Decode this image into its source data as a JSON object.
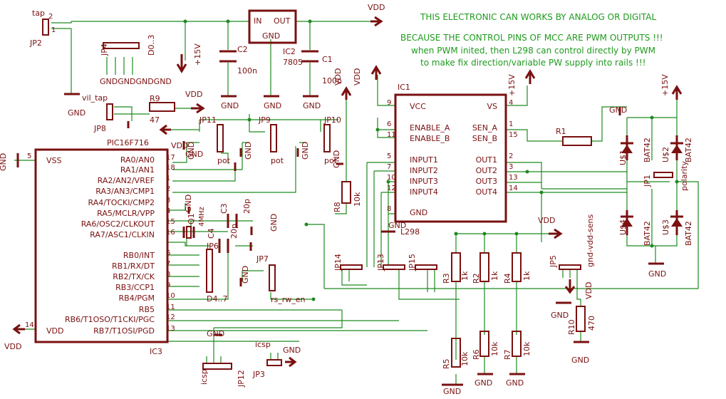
{
  "notes": [
    "THIS ELECTRONIC CAN WORKS BY ANALOG OR DIGITAL",
    "BECAUSE THE CONTROL PINS OF MCC ARE PWM OUTPUTS !!!",
    "when PWM inited, then L298 can control directly by PWM",
    "to make fix direction/variable PW supply into rails !!!"
  ],
  "colors": {
    "wire": "#1f8a1f",
    "part": "#7a1010",
    "note": "#1f9a1f"
  },
  "pic": {
    "part": "PIC16F716",
    "ref": "IC3",
    "vss": "VSS",
    "vdd": "VDD",
    "vss_num": "5",
    "vdd_num": "14",
    "pins": [
      {
        "name": "RA0/AN0",
        "num": "17"
      },
      {
        "name": "RA1/AN1",
        "num": "18"
      },
      {
        "name": "RA2/AN2/VREF",
        "num": "1"
      },
      {
        "name": "RA3/AN3/CMP1",
        "num": "2"
      },
      {
        "name": "RA4/TOCKI/CMP2",
        "num": "3"
      },
      {
        "name": "RA5/MCLR/VPP",
        "num": "4"
      },
      {
        "name": "RA6/OSC2/CLKOUT",
        "num": "15"
      },
      {
        "name": "RA7/ASC1/CLKIN",
        "num": "16"
      },
      {
        "name": "RB0/INT",
        "num": "6"
      },
      {
        "name": "RB1/RX/DT",
        "num": "7"
      },
      {
        "name": "RB2/TX/CK",
        "num": "8"
      },
      {
        "name": "RB3/CCP1",
        "num": "9"
      },
      {
        "name": "RB4/PGM",
        "num": "10"
      },
      {
        "name": "RB5",
        "num": "11"
      },
      {
        "name": "RB6/T1OSO/T1CKI/PGC",
        "num": "12"
      },
      {
        "name": "RB7/T1OSI/PGD",
        "num": "13"
      }
    ]
  },
  "l298": {
    "ref": "IC1",
    "part": "L298",
    "left_pins": [
      {
        "name": "VCC",
        "num": "9"
      },
      {
        "name": "ENABLE_A",
        "num": "6"
      },
      {
        "name": "ENABLE_B",
        "num": "11"
      },
      {
        "name": "INPUT1",
        "num": "5"
      },
      {
        "name": "INPUT2",
        "num": "7"
      },
      {
        "name": "INPUT3",
        "num": "10"
      },
      {
        "name": "INPUT4",
        "num": "12"
      },
      {
        "name": "GND",
        "num": "8"
      }
    ],
    "right_pins": [
      {
        "name": "VS",
        "num": "4"
      },
      {
        "name": "SEN_A",
        "num": "1"
      },
      {
        "name": "SEN_B",
        "num": "15"
      },
      {
        "name": "OUT1",
        "num": "2"
      },
      {
        "name": "OUT2",
        "num": "3"
      },
      {
        "name": "OUT3",
        "num": "13"
      },
      {
        "name": "OUT4",
        "num": "14"
      }
    ]
  },
  "reg": {
    "in": "IN",
    "out": "OUT",
    "gnd": "GND",
    "ref": "IC2",
    "part": "7805"
  },
  "caps": {
    "c1": {
      "ref": "C1",
      "value": "100n"
    },
    "c2": {
      "ref": "C2",
      "value": "100n"
    },
    "c3": {
      "ref": "C3",
      "value": "20p"
    },
    "c4": {
      "ref": "C4",
      "value": "20p"
    }
  },
  "crystal": {
    "ref": "Q1",
    "value": "4MHz"
  },
  "res": {
    "r1": {
      "ref": "R1"
    },
    "r2": {
      "ref": "R2",
      "value": "1k"
    },
    "r3": {
      "ref": "R3",
      "value": "1k"
    },
    "r4": {
      "ref": "R4",
      "value": "1k"
    },
    "r5": {
      "ref": "R5",
      "value": "10k"
    },
    "r6": {
      "ref": "R6",
      "value": "10k"
    },
    "r7": {
      "ref": "R7",
      "value": "10k"
    },
    "r8": {
      "ref": "R8",
      "value": "10k"
    },
    "r9": {
      "ref": "R9",
      "value": "47"
    },
    "r10": {
      "ref": "R10",
      "value": "470"
    }
  },
  "diodes": [
    {
      "ref": "U$1",
      "part": "BAT42"
    },
    {
      "ref": "U$2",
      "part": "BAT42"
    },
    {
      "ref": "U$4",
      "part": "BAT42"
    },
    {
      "ref": "U$3",
      "part": "BAT42"
    }
  ],
  "jumpers": {
    "jp2": {
      "net": "tap",
      "ref": "JP2",
      "p2": "2",
      "p1": "1"
    },
    "jp4": {
      "ref": "JP4",
      "net": "D0..3",
      "gnds": "GNDGNDGNDGND"
    },
    "jp8": {
      "net": "vil_tap",
      "ref": "JP8"
    },
    "jp11": {
      "ref": "JP11",
      "pot": "pot"
    },
    "jp9": {
      "ref": "JP9",
      "pot": "pot"
    },
    "jp10": {
      "ref": "JP10",
      "pot": "pot"
    },
    "jp6": {
      "ref": "JP6",
      "net": "D4..7"
    },
    "jp7": {
      "ref": "JP7",
      "net": "rs_rw_en"
    },
    "jp14": {
      "ref": "JP14"
    },
    "jp13": {
      "ref": "JP13"
    },
    "jp15": {
      "ref": "JP15"
    },
    "jp1": {
      "ref": "JP1",
      "net": "polarity"
    },
    "jp5": {
      "ref": "JP5",
      "net": "gnd-vdd-sens"
    },
    "jp12": {
      "ref": "JP12",
      "net": "icsp"
    },
    "jp3": {
      "ref": "JP3",
      "net": "icsp"
    }
  },
  "net_labels": [
    "VDD",
    "+15V",
    "GND",
    "GND",
    "GND",
    "GND",
    "VDD",
    "VDD",
    "VDD",
    "+15V",
    "+15V",
    "GND",
    "GND",
    "GND",
    "GND",
    "GND",
    "GND",
    "GND",
    "GND",
    "GND",
    "GND",
    "GND",
    "VDD",
    "VDD",
    "VDD",
    "VDD",
    "GND",
    "GND",
    "GND",
    "GND",
    "GND",
    "GND",
    "GND",
    "GND"
  ]
}
